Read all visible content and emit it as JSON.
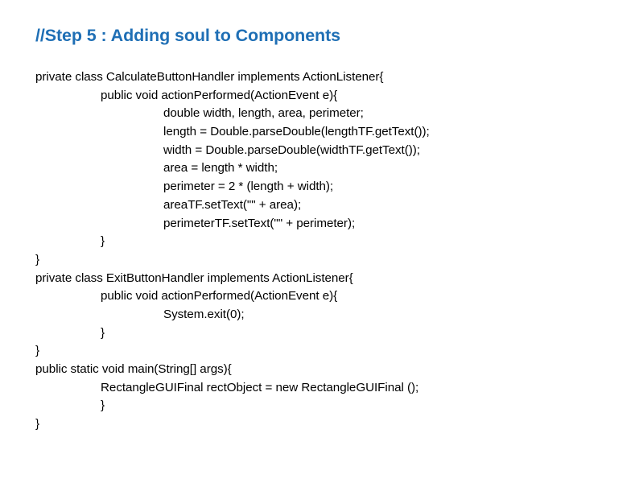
{
  "slide": {
    "title": "//Step 5 : Adding soul to Components",
    "title_color": "#1f6fb5",
    "background_color": "#ffffff",
    "text_color": "#000000"
  },
  "code": {
    "lines": [
      {
        "indent": 0,
        "text": "private class CalculateButtonHandler implements ActionListener{"
      },
      {
        "indent": 1,
        "text": "public void actionPerformed(ActionEvent e){"
      },
      {
        "indent": 2,
        "text": "double width, length, area, perimeter;"
      },
      {
        "indent": 2,
        "text": "length = Double.parseDouble(lengthTF.getText());"
      },
      {
        "indent": 2,
        "text": "width = Double.parseDouble(widthTF.getText());"
      },
      {
        "indent": 2,
        "text": "area = length * width;"
      },
      {
        "indent": 2,
        "text": "perimeter = 2 * (length + width);"
      },
      {
        "indent": 2,
        "text": "areaTF.setText(\"\" + area);"
      },
      {
        "indent": 2,
        "text": "perimeterTF.setText(\"\" + perimeter);"
      },
      {
        "indent": 1,
        "text": "}"
      },
      {
        "indent": 0,
        "text": "}"
      },
      {
        "indent": 0,
        "text": "private class ExitButtonHandler implements ActionListener{"
      },
      {
        "indent": 1,
        "text": "public void actionPerformed(ActionEvent e){"
      },
      {
        "indent": 2,
        "text": "System.exit(0);"
      },
      {
        "indent": 1,
        "text": "}"
      },
      {
        "indent": 0,
        "text": "}"
      },
      {
        "indent": 0,
        "text": "public static void main(String[] args){"
      },
      {
        "indent": 1,
        "text": "RectangleGUIFinal rectObject = new RectangleGUIFinal ();"
      },
      {
        "indent": 1,
        "text": "}"
      },
      {
        "indent": 0,
        "text": "}"
      }
    ]
  }
}
